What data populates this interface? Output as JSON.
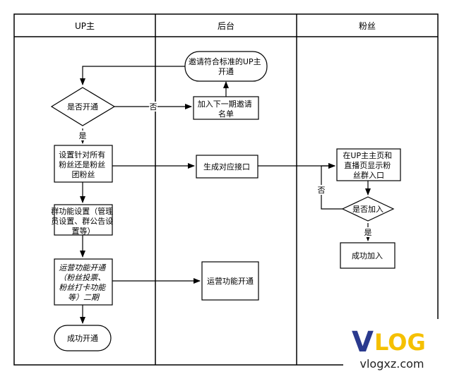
{
  "lanes": {
    "up": "UP主",
    "backend": "后台",
    "fans": "粉丝"
  },
  "nodes": {
    "invite": [
      "邀请符合标准的UP主",
      "开通"
    ],
    "is_open": [
      "是否开通"
    ],
    "add_next": [
      "加入下一期邀请",
      "名单"
    ],
    "settings": [
      "设置针对所有",
      "粉丝还是粉丝",
      "团粉丝"
    ],
    "gen_api": [
      "生成对应接口"
    ],
    "entry": [
      "在UP主主页和",
      "直播页显示粉",
      "丝群入口"
    ],
    "group_settings": [
      "群功能设置（管理",
      "员设置、群公告设",
      "置等）"
    ],
    "is_join": [
      "是否加入"
    ],
    "join_ok": [
      "成功加入"
    ],
    "ops_features": [
      "运营功能开通",
      "（粉丝投票、",
      "粉丝打卡功能",
      "等）二期"
    ],
    "ops_open": [
      "运营功能开通"
    ],
    "open_ok": [
      "成功开通"
    ]
  },
  "edge_labels": {
    "no_open": "否",
    "yes_open": "是",
    "no_join": "否",
    "yes_join": "是"
  },
  "watermark": {
    "v": "V",
    "log": "LOG",
    "url": "vlogxz.com",
    "colors": {
      "v": "#2a3a8e",
      "log": "#f5c000"
    }
  }
}
